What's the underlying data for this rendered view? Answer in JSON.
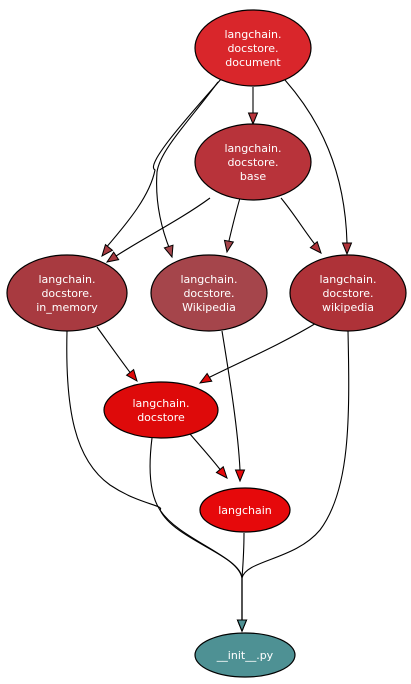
{
  "diagram": {
    "nodes": [
      {
        "id": "document",
        "lines": [
          "langchain.",
          "docstore.",
          "document"
        ],
        "fill": "#d9262b"
      },
      {
        "id": "base",
        "lines": [
          "langchain.",
          "docstore.",
          "base"
        ],
        "fill": "#b8333a"
      },
      {
        "id": "in_memory",
        "lines": [
          "langchain.",
          "docstore.",
          "in_memory"
        ],
        "fill": "#a83a40"
      },
      {
        "id": "Wikipedia",
        "lines": [
          "langchain.",
          "docstore.",
          "Wikipedia"
        ],
        "fill": "#a5454b"
      },
      {
        "id": "wikipedia",
        "lines": [
          "langchain.",
          "docstore.",
          "wikipedia"
        ],
        "fill": "#ae3238"
      },
      {
        "id": "docstore",
        "lines": [
          "langchain.",
          "docstore"
        ],
        "fill": "#de0a0a"
      },
      {
        "id": "langchain",
        "lines": [
          "langchain"
        ],
        "fill": "#e6090b"
      },
      {
        "id": "init",
        "lines": [
          "__init__.py"
        ],
        "fill": "#4e9194"
      }
    ],
    "edges": [
      {
        "from": "document",
        "to": "base"
      },
      {
        "from": "document",
        "to": "in_memory"
      },
      {
        "from": "document",
        "to": "Wikipedia"
      },
      {
        "from": "document",
        "to": "wikipedia"
      },
      {
        "from": "base",
        "to": "in_memory"
      },
      {
        "from": "base",
        "to": "Wikipedia"
      },
      {
        "from": "base",
        "to": "wikipedia"
      },
      {
        "from": "in_memory",
        "to": "docstore"
      },
      {
        "from": "wikipedia",
        "to": "docstore"
      },
      {
        "from": "docstore",
        "to": "langchain"
      },
      {
        "from": "Wikipedia",
        "to": "langchain"
      },
      {
        "from": "in_memory",
        "to": "init"
      },
      {
        "from": "docstore",
        "to": "init"
      },
      {
        "from": "langchain",
        "to": "init"
      },
      {
        "from": "wikipedia",
        "to": "init"
      }
    ]
  }
}
